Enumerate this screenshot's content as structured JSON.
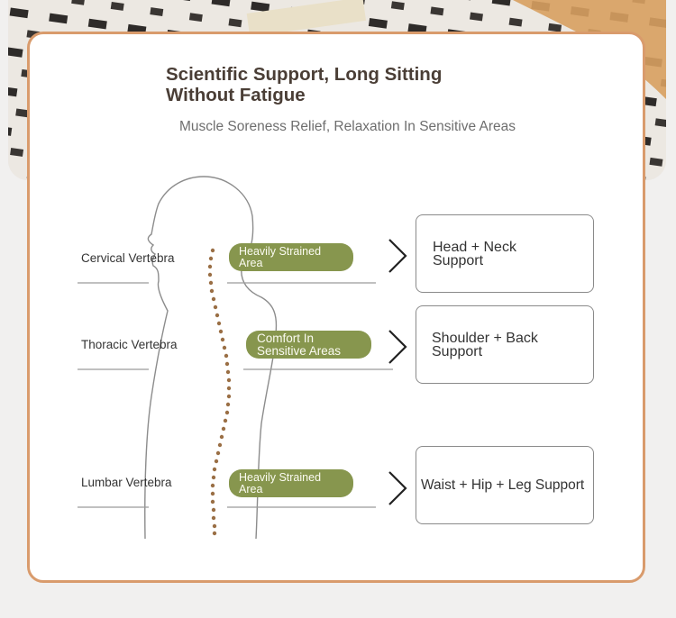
{
  "header": {
    "title": "Scientific Support, Long Sitting Without Fatigue",
    "subtitle": "Muscle Soreness Relief, Relaxation In Sensitive Areas"
  },
  "vertebrae": [
    {
      "label": "Cervical Vertebra",
      "tag": "Heavily Strained Area",
      "support": "Head + Neck Support"
    },
    {
      "label": "Thoracic Vertebra",
      "tag": "Comfort In Sensitive Areas",
      "support": "Shoulder + Back Support"
    },
    {
      "label": "Lumbar Vertebra",
      "tag": "Heavily Strained Area",
      "support": "Waist + Hip + Leg Support"
    }
  ],
  "icons": {
    "pointer": "chevron-right-icon"
  },
  "colors": {
    "card_border": "#d99b6c",
    "pill_green": "#87964e",
    "title_text": "#4a3e36",
    "spine_dots": "#9a6f45"
  }
}
